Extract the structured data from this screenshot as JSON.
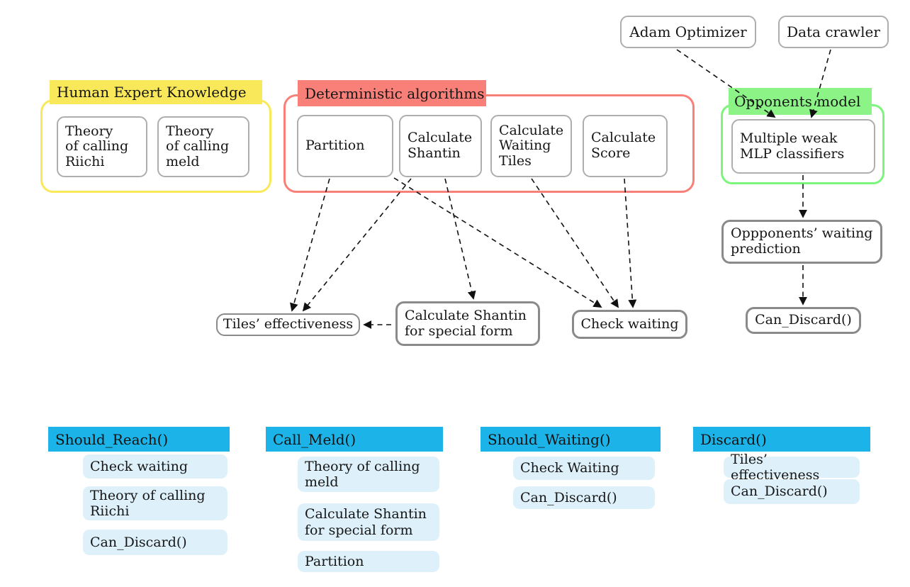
{
  "groups": {
    "human_expert": "Human Expert Knowledge",
    "deterministic": "Deterministic algorithms",
    "opponents": "Opponents model"
  },
  "nodes": {
    "adam_optimizer": "Adam Optimizer",
    "data_crawler": "Data crawler",
    "theory_riichi": "Theory\nof calling\nRiichi",
    "theory_meld": "Theory\nof calling\nmeld",
    "partition": "Partition",
    "calc_shantin": "Calculate\nShantin",
    "calc_waiting_tiles": "Calculate\nWaiting\nTiles",
    "calc_score": "Calculate\nScore",
    "mlp_classifiers": "Multiple weak\nMLP classifiers",
    "waiting_prediction": "Oppponents’ waiting\nprediction",
    "can_discard": "Can_Discard()",
    "tiles_effectiveness": "Tiles’ effectiveness",
    "shantin_special_form": "Calculate Shantin\nfor special form",
    "check_waiting": "Check waiting"
  },
  "edges": [
    {
      "from": "Adam Optimizer",
      "to": "Multiple weak MLP classifiers"
    },
    {
      "from": "Data crawler",
      "to": "Multiple weak MLP classifiers"
    },
    {
      "from": "Multiple weak MLP classifiers",
      "to": "Oppponents’ waiting prediction"
    },
    {
      "from": "Oppponents’ waiting prediction",
      "to": "Can_Discard()"
    },
    {
      "from": "Partition",
      "to": "Tiles’ effectiveness"
    },
    {
      "from": "Calculate Shantin",
      "to": "Tiles’ effectiveness"
    },
    {
      "from": "Calculate Shantin",
      "to": "Check waiting"
    },
    {
      "from": "Calculate Shantin",
      "to": "Calculate Shantin for special form"
    },
    {
      "from": "Calculate Waiting Tiles",
      "to": "Check waiting"
    },
    {
      "from": "Calculate Score",
      "to": "Check waiting"
    },
    {
      "from": "Calculate Shantin for special form",
      "to": "Tiles’ effectiveness"
    }
  ],
  "lists": [
    {
      "title": "Should_Reach()",
      "items": [
        "Check waiting",
        "Theory of calling\nRiichi",
        "Can_Discard()"
      ]
    },
    {
      "title": "Call_Meld()",
      "items": [
        "Theory of calling\nmeld",
        "Calculate Shantin\nfor special form",
        "Partition"
      ]
    },
    {
      "title": "Should_Waiting()",
      "items": [
        "Check Waiting",
        "Can_Discard()"
      ]
    },
    {
      "title": "Discard()",
      "items": [
        "Tiles’ effectiveness",
        "Can_Discard()"
      ]
    }
  ],
  "colors": {
    "yellow": "#f9e95a",
    "salmon": "#f98078",
    "green_label": "#8cf386",
    "green_border": "#7cf57c",
    "cyan": "#1cb4e8",
    "item_blue": "#def1fb",
    "box_border_gray": "#aeaeae",
    "box_border_dark": "#8a8a8a"
  }
}
